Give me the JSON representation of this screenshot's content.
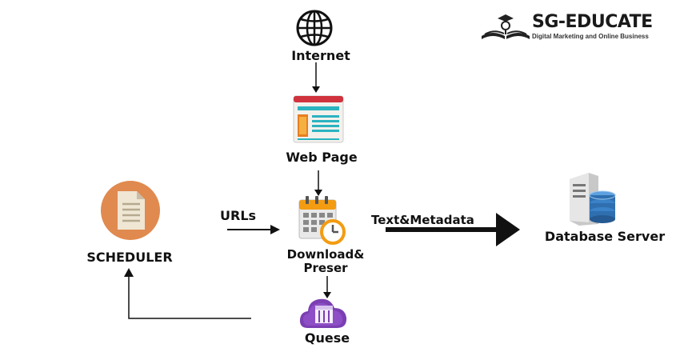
{
  "logo": {
    "title": "SG-EDUCATE",
    "subtitle": "Digital Marketing and Online Business"
  },
  "nodes": {
    "internet": {
      "label": "Internet",
      "icon": "globe-icon"
    },
    "web_page": {
      "label": "Web Page",
      "icon": "web-page-icon"
    },
    "download": {
      "label_line1": "Download&",
      "label_line2": "Preser",
      "icon": "calendar-clock-icon"
    },
    "quese": {
      "label": "Quese",
      "icon": "cloud-box-icon"
    },
    "scheduler": {
      "label": "SCHEDULER",
      "icon": "document-icon"
    },
    "database": {
      "label": "Database Server",
      "icon": "database-server-icon"
    }
  },
  "edges": {
    "urls": {
      "label": "URLs"
    },
    "text_metadata": {
      "label": "Text&Metadata"
    }
  },
  "colors": {
    "scheduler_circle": "#e08a4f",
    "web_page_header": "#d0333d",
    "web_page_accent": "#2bb3c0",
    "calendar_orange": "#f39c12",
    "cloud_purple": "#7b3fb3",
    "database_blue": "#2f6fb0"
  }
}
